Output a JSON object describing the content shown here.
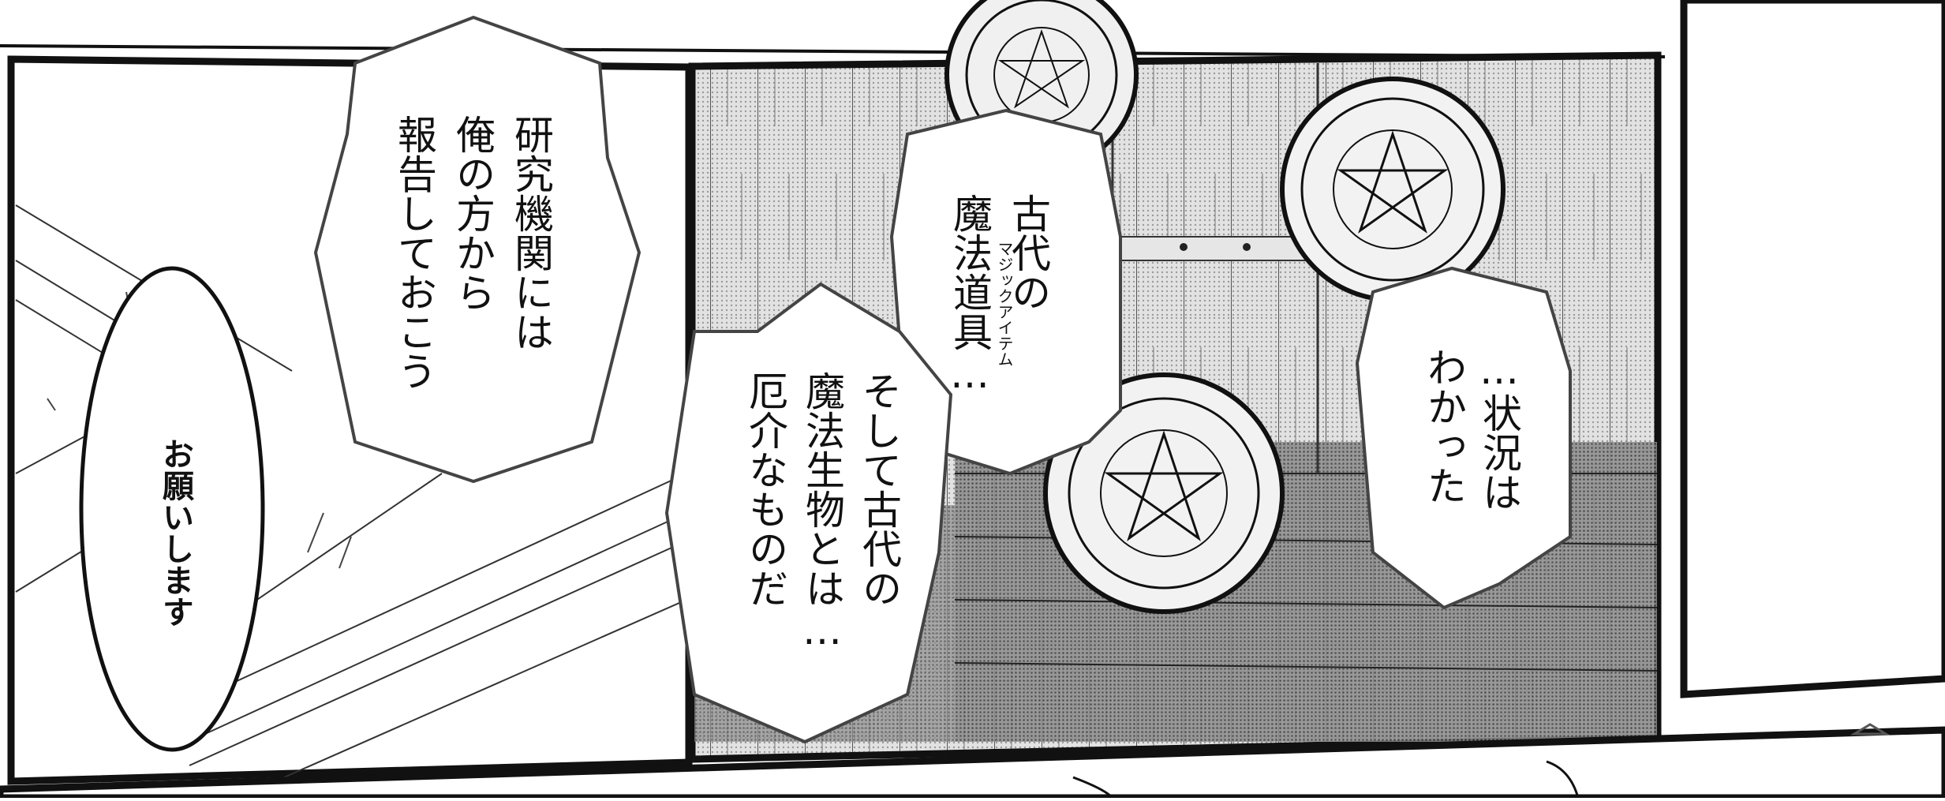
{
  "page": {
    "colors": {
      "ink": "#111111",
      "paper": "#ffffff",
      "tone_light": "#d9d9d9",
      "tone_dark": "#7a7a7a"
    }
  },
  "bubbles": {
    "research_report": {
      "lines": [
        "研究機関には",
        "俺の方から",
        "報告しておこう"
      ]
    },
    "please": {
      "lines": [
        "お願いします"
      ]
    },
    "ancient_tools": {
      "lines": [
        "古代の",
        "魔法道具…"
      ],
      "ruby": "マジックアイテム"
    },
    "ancient_creature": {
      "lines": [
        "そして古代の",
        "魔法生物とは…",
        "厄介なものだ"
      ]
    },
    "understood": {
      "lines": [
        "…状況は",
        "わかった"
      ]
    }
  }
}
